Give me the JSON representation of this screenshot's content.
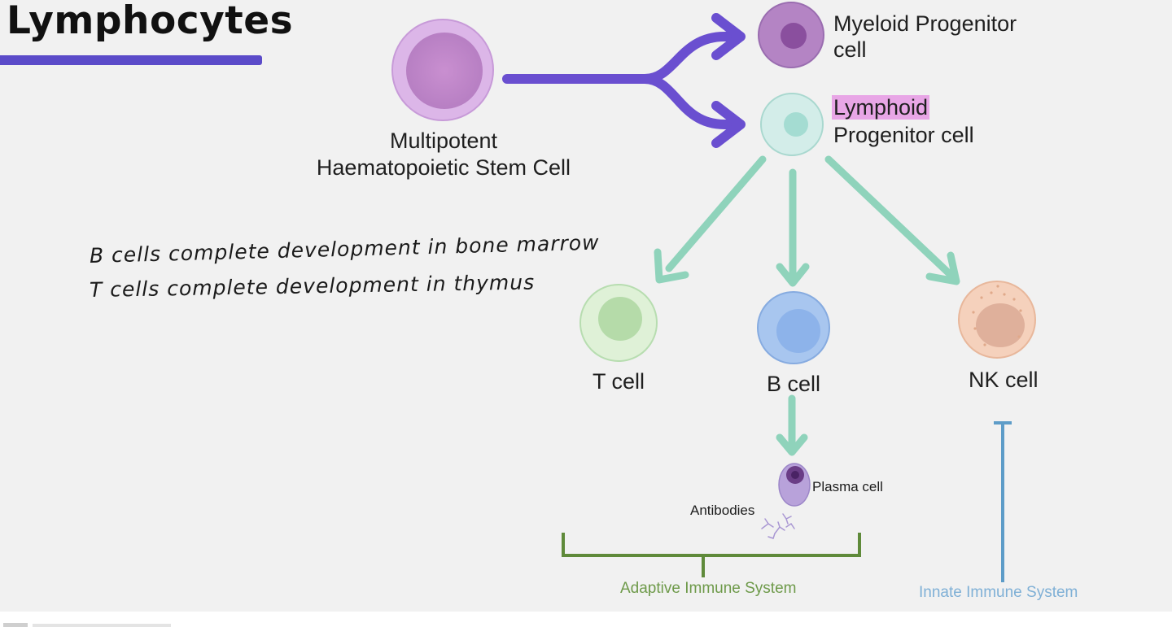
{
  "slide": {
    "title": "Lymphocytes"
  },
  "cells": {
    "stem": "Multipotent\nHaematopoietic Stem Cell",
    "myeloid_line1": "Myeloid Progenitor",
    "myeloid_line2": "cell",
    "lymphoid_highlight": "Lymphoid",
    "lymphoid_line2": "Progenitor cell",
    "t_cell": "T cell",
    "b_cell": "B cell",
    "nk_cell": "NK cell",
    "plasma_cell": "Plasma cell",
    "antibodies": "Antibodies"
  },
  "systems": {
    "adaptive": "Adaptive Immune System",
    "innate": "Innate Immune System"
  },
  "handwriting": {
    "line1": "B cells complete development in bone marrow",
    "line2": "T cells complete development in thymus"
  },
  "colors": {
    "purple_arrow": "#6a4fd0",
    "teal_arrow": "#8fd3bb",
    "adaptive_bracket": "#5f8a3a",
    "innate_bracket": "#5d9cc8",
    "title_underline": "#5b4bc9",
    "highlight": "#e8a6e6"
  }
}
